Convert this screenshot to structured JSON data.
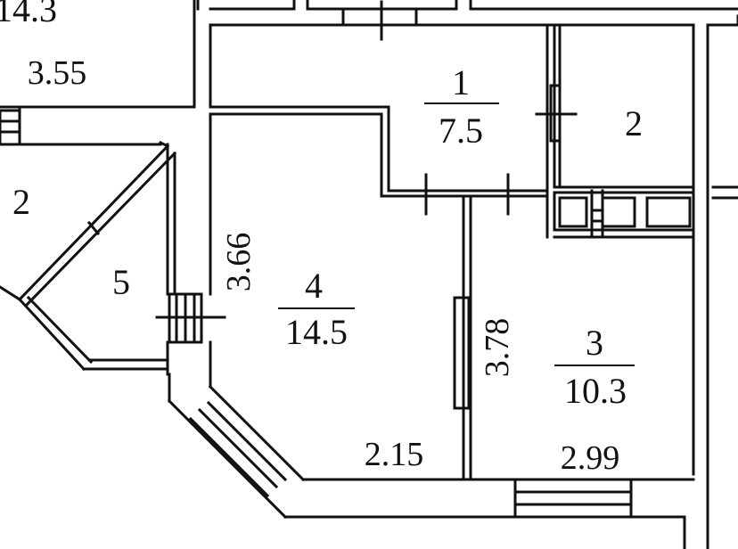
{
  "rooms": [
    {
      "number": "1",
      "area": "7.5"
    },
    {
      "number": "2"
    },
    {
      "number": "3",
      "area": "10.3"
    },
    {
      "number": "4",
      "area": "14.5"
    },
    {
      "number": "5"
    },
    {
      "number": "2"
    }
  ],
  "neighbor_area": "14.3",
  "dimensions": [
    "3.55",
    "3.66",
    "3.78",
    "2.15",
    "2.99"
  ],
  "colors": {
    "line": "#111111",
    "background": "#ffffff"
  }
}
